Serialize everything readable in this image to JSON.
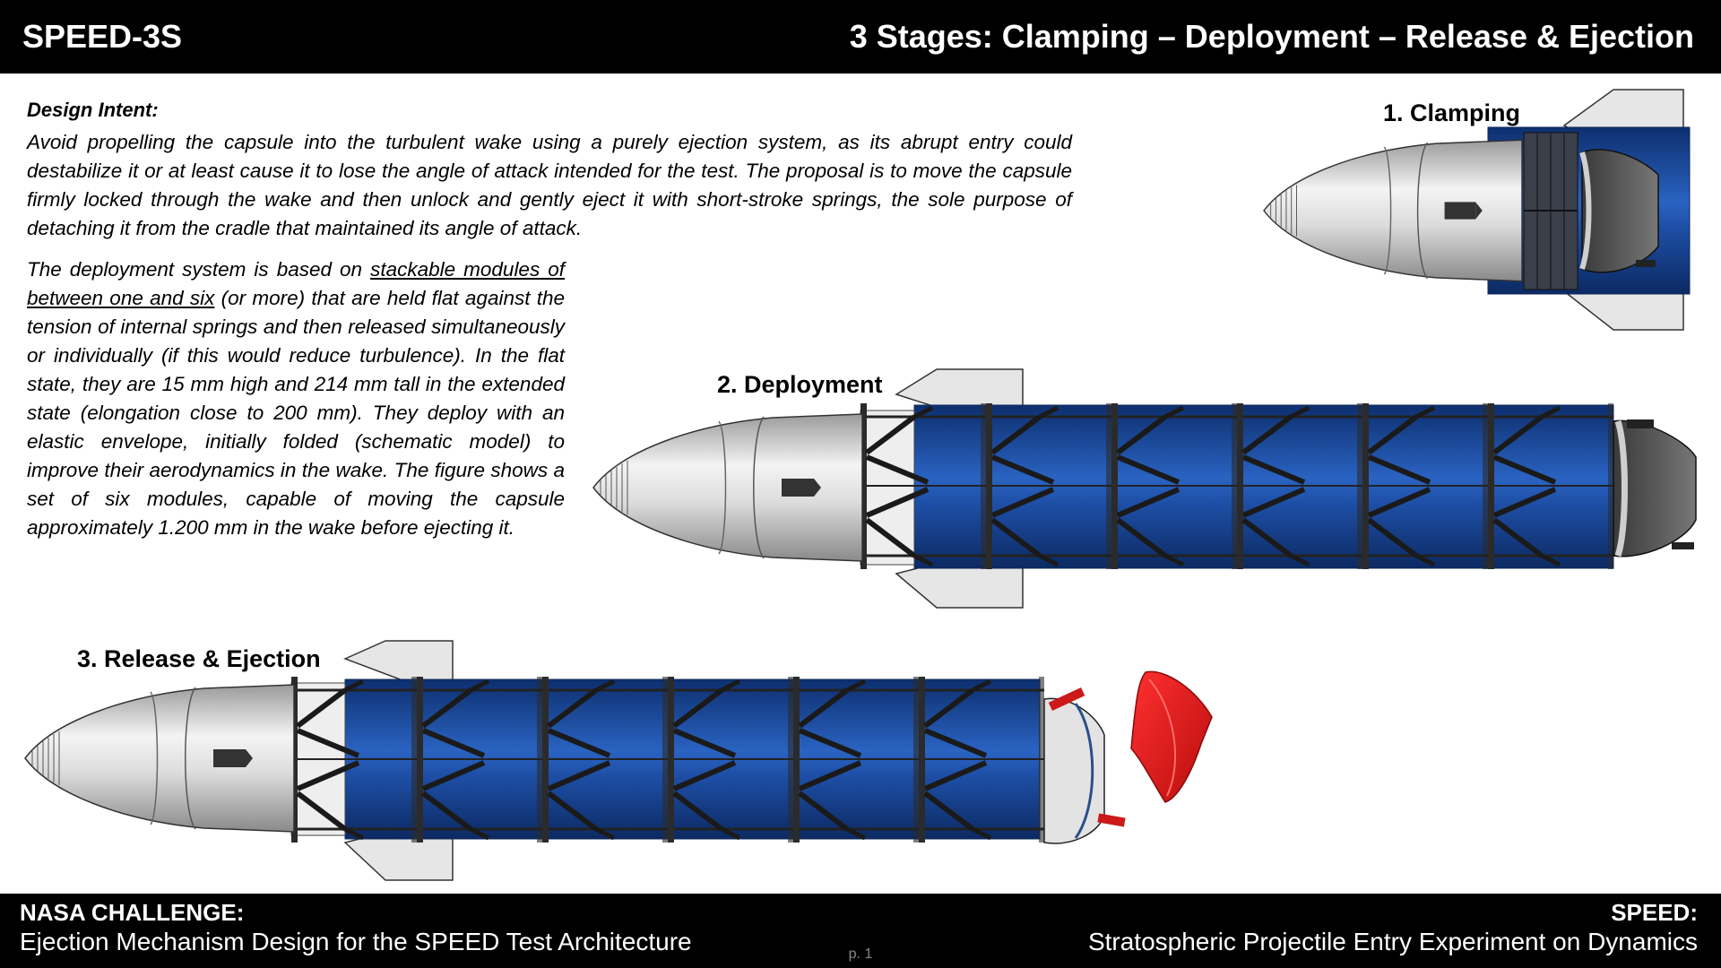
{
  "header": {
    "title_left": "SPEED-3S",
    "title_right": "3 Stages: Clamping – Deployment – Release & Ejection"
  },
  "intent": {
    "title": "Design Intent:",
    "text": "Avoid propelling the capsule into the turbulent wake using a purely ejection system, as its abrupt entry could destabilize it or at least cause it to lose the angle of attack intended for the test. The proposal is to move the capsule firmly locked through the wake and then unlock and gently eject it with short-stroke springs, the sole purpose of detaching it from the cradle that maintained its angle of attack."
  },
  "deployment": {
    "text_before": "The deployment system is based on ",
    "text_underlined": "stackable modules of between one and six",
    "text_after": " (or more) that are held flat against the tension of internal springs and then released simultaneously or individually (if this would reduce turbulence). In the flat state, they are 15 mm high and 214 mm tall in the extended state (elongation close to 200 mm). They deploy with an elastic envelope, initially folded (schematic model) to improve their aerodynamics in the wake. The figure shows a set of six modules, capable of moving the capsule approximately 1.200 mm in the wake before ejecting it."
  },
  "stages": {
    "s1": "1. Clamping",
    "s2": "2. Deployment",
    "s3": "3. Release & Ejection"
  },
  "footer": {
    "left_title": "NASA CHALLENGE:",
    "left_sub": "Ejection Mechanism Design for the SPEED Test Architecture",
    "right_title": "SPEED:",
    "right_sub": "Stratospheric Projectile Entry Experiment on Dynamics",
    "page": "p. 1"
  },
  "colors": {
    "module_blue": "#123f8c",
    "shell_grey": "#d9d9d9",
    "ejected_capsule": "#e41b1b"
  }
}
